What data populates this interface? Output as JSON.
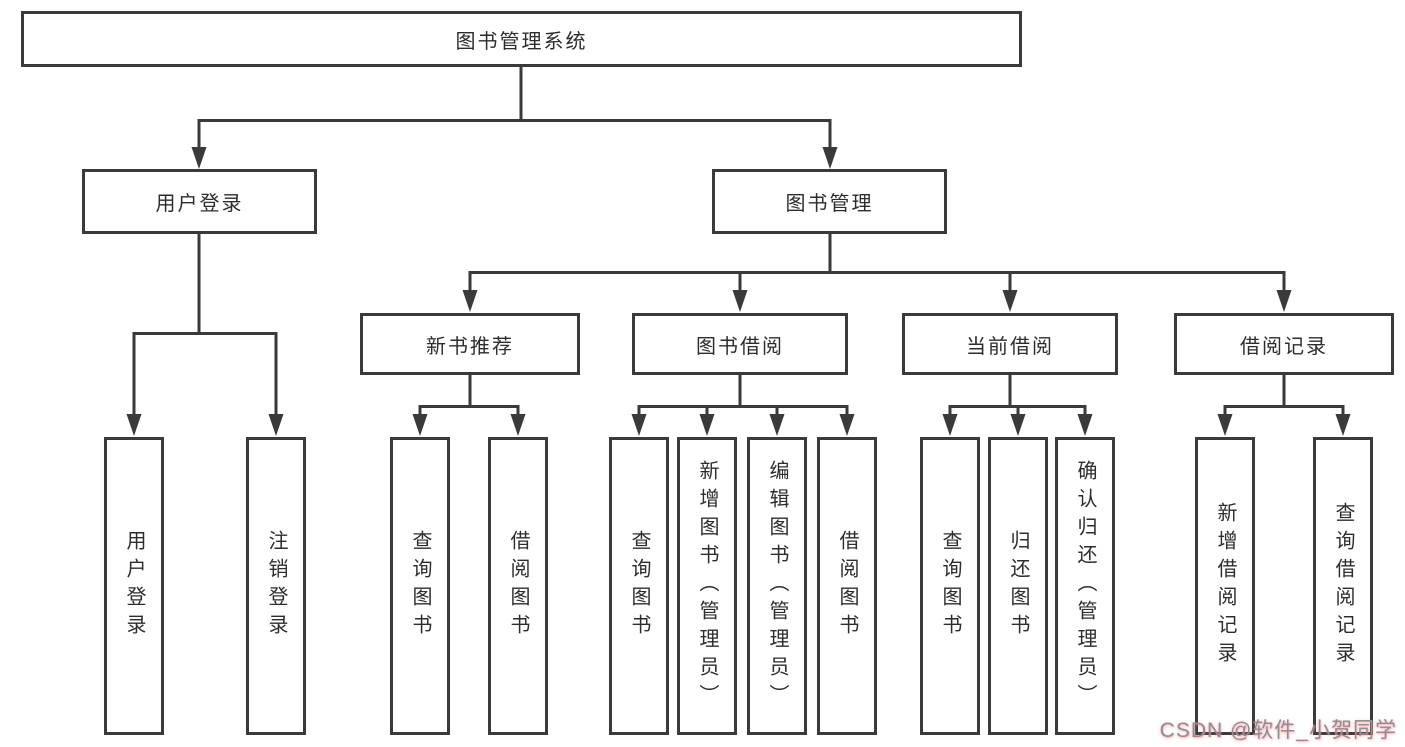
{
  "diagram": {
    "root": {
      "label": "图书管理系统"
    },
    "level2": [
      {
        "label": "用户登录"
      },
      {
        "label": "图书管理"
      }
    ],
    "level3": [
      {
        "label": "新书推荐"
      },
      {
        "label": "图书借阅"
      },
      {
        "label": "当前借阅"
      },
      {
        "label": "借阅记录"
      }
    ],
    "leaves": {
      "user_login": [
        {
          "label": "用户登录"
        },
        {
          "label": "注销登录"
        }
      ],
      "new_book": [
        {
          "label": "查询图书"
        },
        {
          "label": "借阅图书"
        }
      ],
      "book_borrow": [
        {
          "label": "查询图书"
        },
        {
          "label": "新增图书（管理员）"
        },
        {
          "label": "编辑图书（管理员）"
        },
        {
          "label": "借阅图书"
        }
      ],
      "current_borrow": [
        {
          "label": "查询图书"
        },
        {
          "label": "归还图书"
        },
        {
          "label": "确认归还（管理员）"
        }
      ],
      "borrow_record": [
        {
          "label": "新增借阅记录"
        },
        {
          "label": "查询借阅记录"
        }
      ]
    }
  },
  "colors": {
    "line": "#3a3a3a",
    "text": "#2d2d2d",
    "background": "#ffffff",
    "watermark_gray": "#8e8e93",
    "watermark_pink": "#fa646e"
  },
  "watermark": {
    "text": "CSDN @软件_小贺同学"
  }
}
